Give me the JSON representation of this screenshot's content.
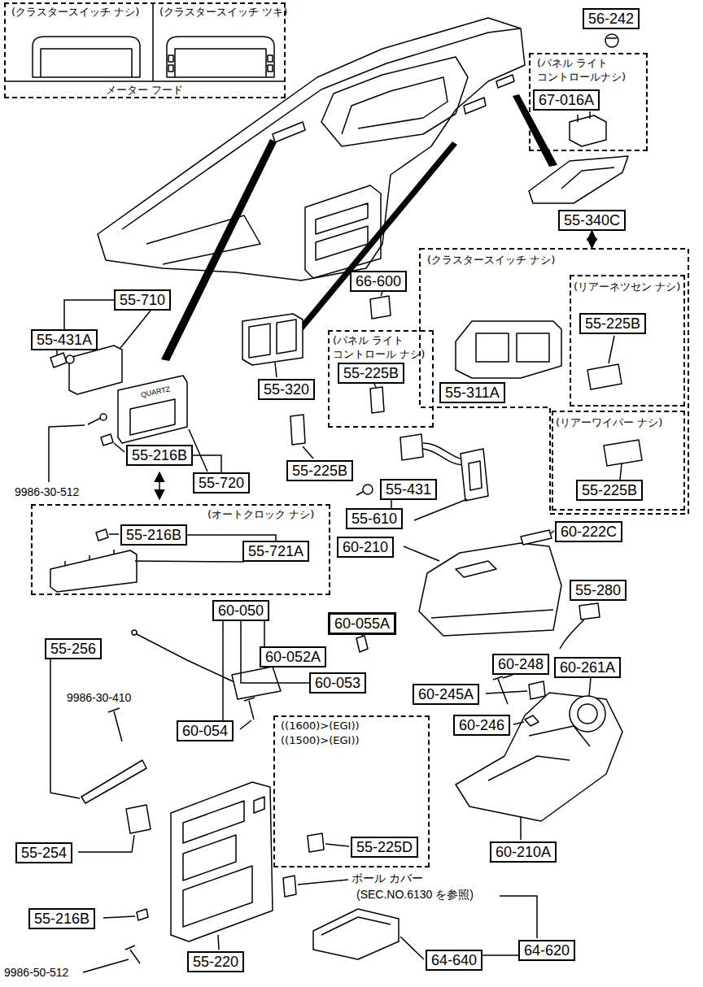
{
  "diagram": {
    "nodes": [
      {
        "text": [
          "(クラスタースイッチ ナシ)",
          "(クラスタースイッチ ツキ)",
          "メーター フード"
        ]
      },
      {
        "text": [
          "56-242"
        ]
      },
      {
        "text": [
          "(パネル ライト コントロールナシ)"
        ]
      },
      {
        "text": [
          "67-016A"
        ],
        "in": 2
      },
      {
        "text": [
          "55-340C"
        ]
      },
      {
        "text": [
          "(クラスタースイッチ ナシ)"
        ]
      },
      {
        "text": [
          "(リアーネツセン ナシ)"
        ],
        "in": 5
      },
      {
        "text": [
          "55-225B"
        ],
        "in": 6
      },
      {
        "text": [
          "55-311A"
        ],
        "in": 5
      },
      {
        "text": [
          "(リアーワイパー ナシ)"
        ],
        "in": 5
      },
      {
        "text": [
          "55-225B"
        ],
        "in": 9
      },
      {
        "text": [
          "55-710"
        ]
      },
      {
        "text": [
          "55-431A"
        ]
      },
      {
        "text": [
          "66-600"
        ]
      },
      {
        "text": [
          "(パネル ライト コントロール ナシ)"
        ]
      },
      {
        "text": [
          "55-225B"
        ],
        "in": 14
      },
      {
        "text": [
          "55-320"
        ]
      },
      {
        "text": [
          "55-216B"
        ]
      },
      {
        "text": [
          "55-720"
        ]
      },
      {
        "text": [
          "55-225B"
        ]
      },
      {
        "text": [
          "55-431"
        ]
      },
      {
        "text": [
          "55-610"
        ]
      },
      {
        "text": [
          "(オートクロック ナシ)"
        ]
      },
      {
        "text": [
          "55-216B"
        ],
        "in": 22
      },
      {
        "text": [
          "55-721A"
        ],
        "in": 22
      },
      {
        "text": [
          "60-210"
        ]
      },
      {
        "text": [
          "60-222C"
        ]
      },
      {
        "text": [
          "55-280"
        ]
      },
      {
        "text": [
          "60-050"
        ]
      },
      {
        "text": [
          "60-055A"
        ]
      },
      {
        "text": [
          "60-052A"
        ]
      },
      {
        "text": [
          "60-053"
        ]
      },
      {
        "text": [
          "60-054"
        ]
      },
      {
        "text": [
          "55-256"
        ]
      },
      {
        "text": [
          "60-248"
        ]
      },
      {
        "text": [
          "60-261A"
        ]
      },
      {
        "text": [
          "60-245A"
        ]
      },
      {
        "text": [
          "60-246"
        ]
      },
      {
        "text": [
          "((1600)>(EGI))",
          "((1500)>(EGI))"
        ]
      },
      {
        "text": [
          "55-225D"
        ],
        "in": 38
      },
      {
        "text": [
          "55-254"
        ]
      },
      {
        "text": [
          "60-210A"
        ]
      },
      {
        "text": [
          "64-620"
        ]
      },
      {
        "text": [
          "64-640"
        ]
      },
      {
        "text": [
          "55-216B"
        ]
      },
      {
        "text": [
          "55-220"
        ]
      }
    ],
    "edges": [
      {
        "from": 4,
        "to": 5,
        "arrow": "both"
      },
      {
        "from": 11,
        "to": 12,
        "arrow": "none"
      },
      {
        "from": 17,
        "to": 18,
        "arrow": "none"
      },
      {
        "from": 21,
        "to": 20,
        "arrow": "none"
      },
      {
        "from": 23,
        "to": 24,
        "arrow": "none"
      },
      {
        "from": 28,
        "to": 30,
        "arrow": "none"
      },
      {
        "from": 28,
        "to": 31,
        "arrow": "none"
      },
      {
        "from": 28,
        "to": 32,
        "arrow": "none"
      },
      {
        "from": 42,
        "to": 43,
        "arrow": "none"
      }
    ],
    "labels": [
      "QUARTZ",
      "9986-30-512",
      "9986-30-410",
      "ボール カバー",
      "(SEC.NO.6130 を参照)",
      "9986-50-512"
    ]
  }
}
